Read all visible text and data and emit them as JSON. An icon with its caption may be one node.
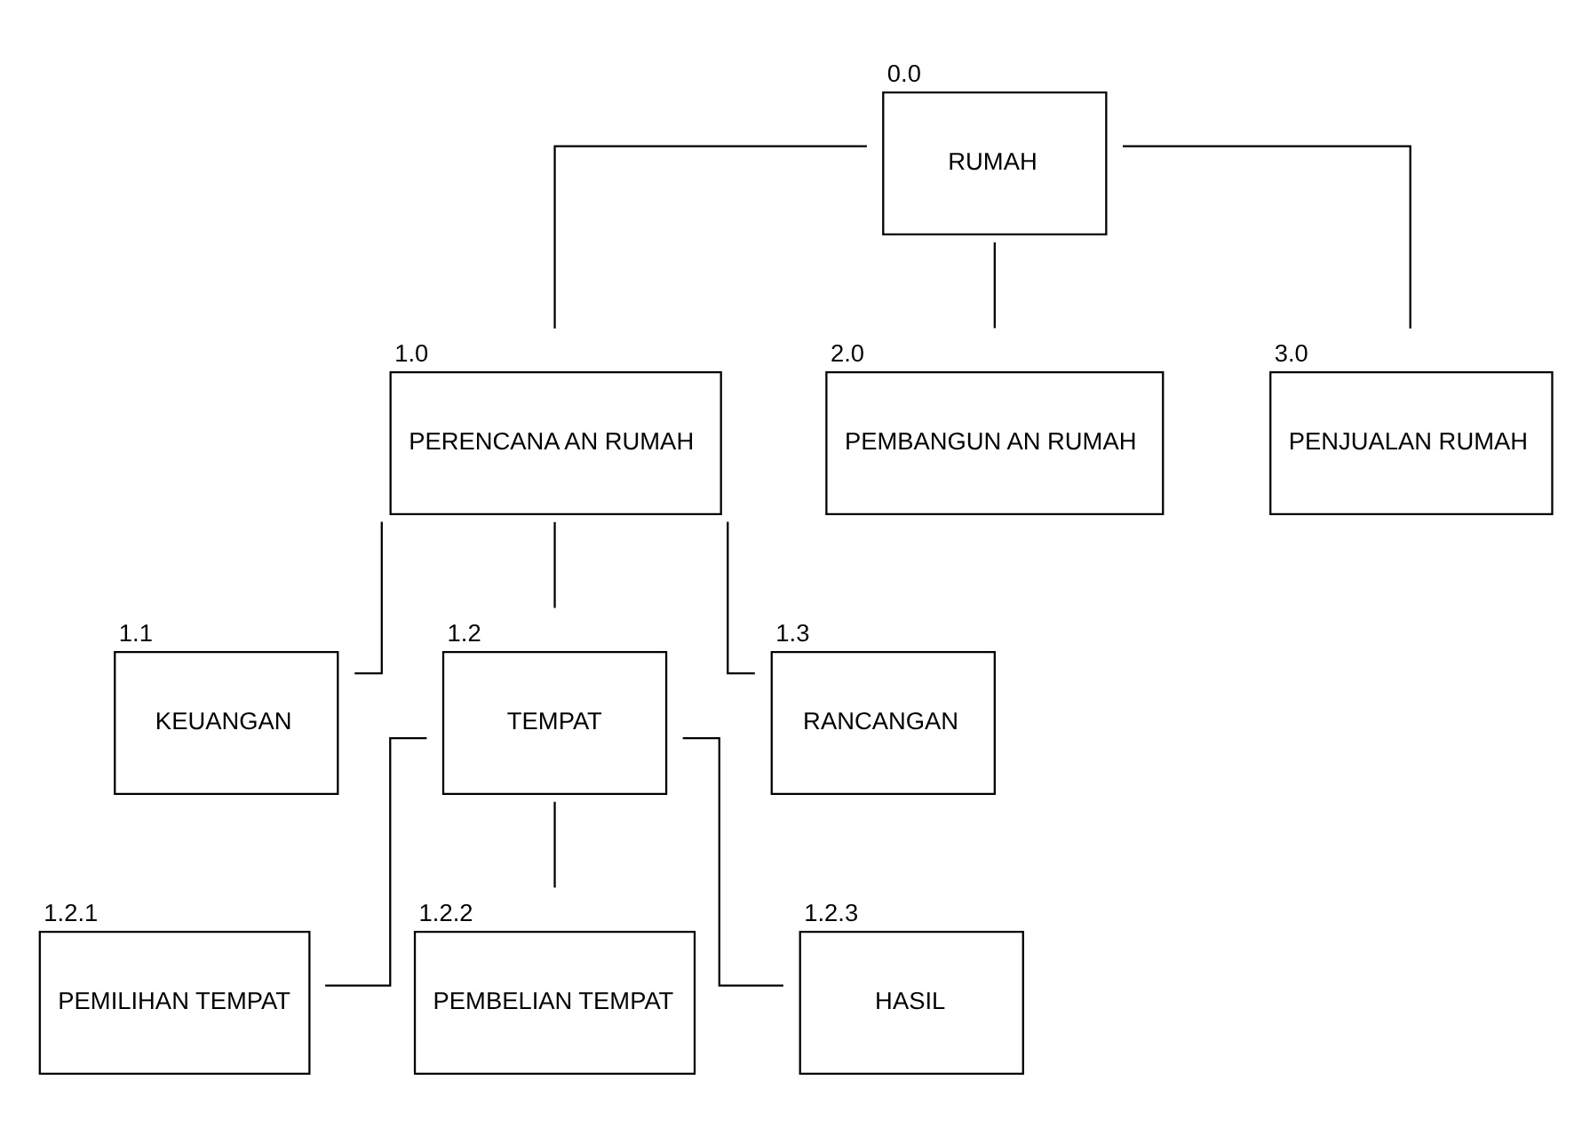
{
  "diagram": {
    "nodes": [
      {
        "text": [
          "RUMAH"
        ],
        "beside": [
          "0.0"
        ]
      },
      {
        "text": [
          "PERENCANA AN RUMAH"
        ],
        "beside": [
          "1.0"
        ]
      },
      {
        "text": [
          "PEMBANGUN AN RUMAH"
        ],
        "beside": [
          "2.0"
        ]
      },
      {
        "text": [
          "PENJUALAN RUMAH"
        ],
        "beside": [
          "3.0"
        ]
      },
      {
        "text": [
          "KEUANGAN"
        ],
        "beside": [
          "1.1"
        ]
      },
      {
        "text": [
          "TEMPAT"
        ],
        "beside": [
          "1.2"
        ]
      },
      {
        "text": [
          "RANCANGAN"
        ],
        "beside": [
          "1.3"
        ]
      },
      {
        "text": [
          "PEMILIHAN TEMPAT"
        ],
        "beside": [
          "1.2.1"
        ]
      },
      {
        "text": [
          "PEMBELIAN TEMPAT"
        ],
        "beside": [
          "1.2.2"
        ]
      },
      {
        "text": [
          "HASIL"
        ],
        "beside": [
          "1.2.3"
        ]
      }
    ],
    "edges": [
      {
        "from": 0,
        "to": 1,
        "arrow": "none"
      },
      {
        "from": 0,
        "to": 2,
        "arrow": "none"
      },
      {
        "from": 0,
        "to": 3,
        "arrow": "none"
      },
      {
        "from": 1,
        "to": 4,
        "arrow": "none"
      },
      {
        "from": 1,
        "to": 5,
        "arrow": "none"
      },
      {
        "from": 1,
        "to": 6,
        "arrow": "none"
      },
      {
        "from": 5,
        "to": 7,
        "arrow": "none"
      },
      {
        "from": 5,
        "to": 8,
        "arrow": "none"
      },
      {
        "from": 5,
        "to": 9,
        "arrow": "none"
      }
    ]
  }
}
